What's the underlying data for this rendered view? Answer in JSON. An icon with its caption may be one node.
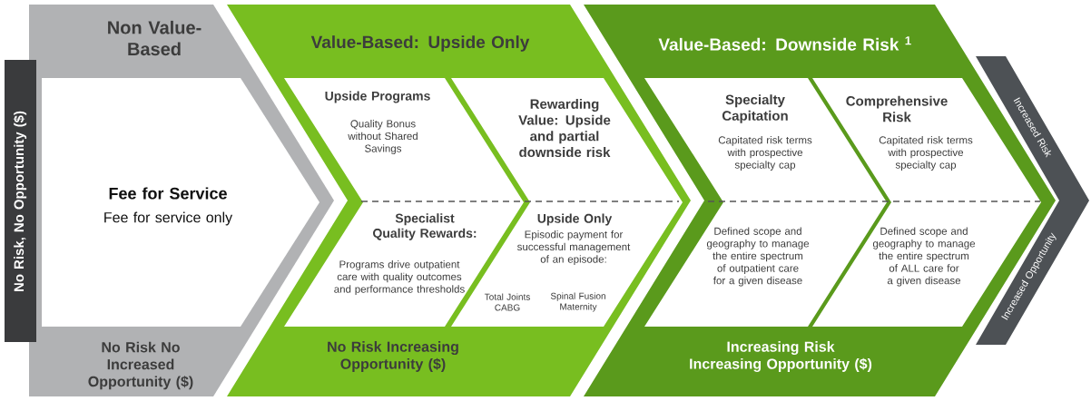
{
  "diagram": {
    "nodes": [
      {
        "text": [
          "Non Value-Based",
          "No Risk No Increased Opportunity ($)"
        ]
      },
      {
        "text": [
          "Fee for Service",
          "Fee for service only"
        ],
        "in": 0
      },
      {
        "text": [
          "Value-Based: Upside Only",
          "No Risk Increasing Opportunity ($)"
        ]
      },
      {
        "text": [
          "Upside Programs",
          "Quality Bonus without Shared Savings",
          "Specialist Quality Rewards:",
          "Programs drive outpatient care with quality outcomes and performance thresholds"
        ],
        "in": 2
      },
      {
        "text": [
          "Rewarding Value: Upside and partial downside risk",
          "Upside Only",
          "Episodic payment for successful management of an episode:",
          "Total Joints CABG",
          "Spinal Fusion Maternity"
        ],
        "in": 2
      },
      {
        "text": [
          "Value-Based: Downside Risk $^{1}$",
          "Increasing Risk Increasing Opportunity ($)"
        ]
      },
      {
        "text": [
          "Specialty Capitation",
          "Capitated risk terms with prospective specialty cap",
          "Defined scope and geography to manage the entire spectrum of outpatient care for a given disease"
        ],
        "in": 5
      },
      {
        "text": [
          "Comprehensive Risk",
          "Capitated risk terms with prospective specialty cap",
          "Defined scope and geography to manage the entire spectrum of ALL care for a given disease"
        ],
        "in": 5
      },
      {
        "text": [
          "Increased Risk",
          "Increased Opportunity"
        ]
      },
      {
        "text": [
          "No Risk, No Opportunity ($)"
        ]
      }
    ],
    "edges": []
  }
}
